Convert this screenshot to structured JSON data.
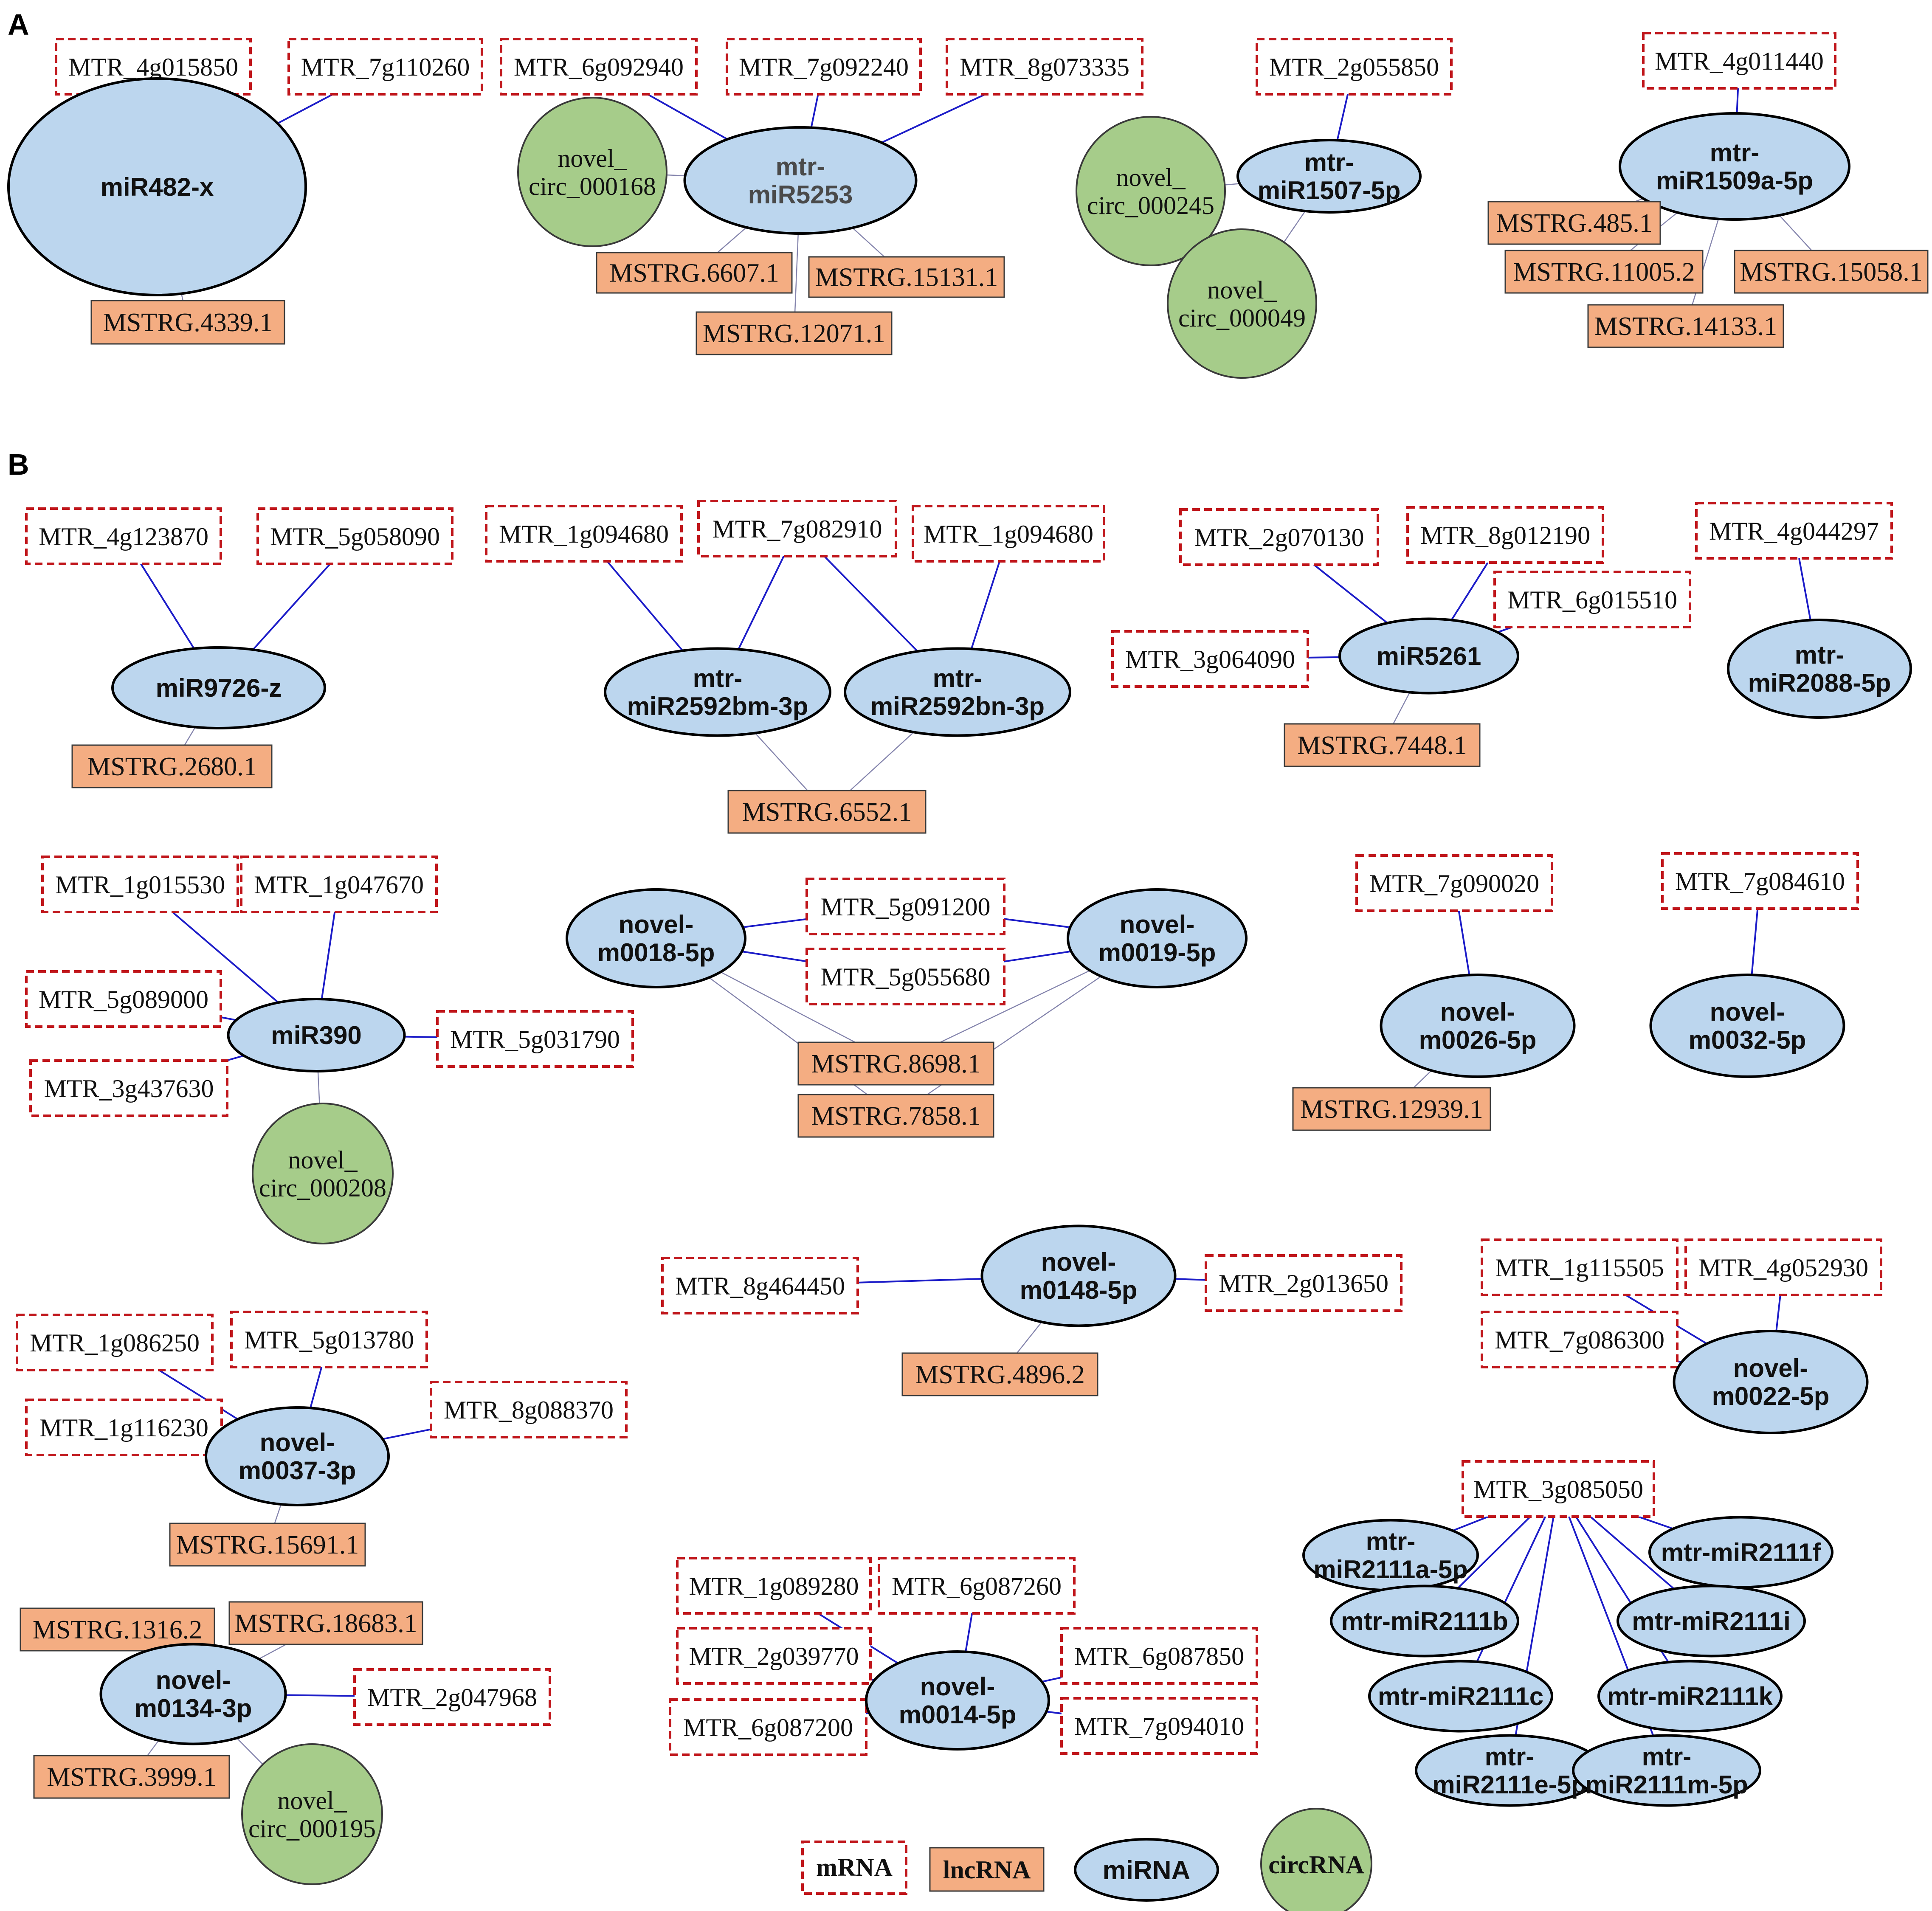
{
  "panels": {
    "a": "A",
    "b": "B"
  },
  "legend": {
    "mrna": "mRNA",
    "lncrna": "lncRNA",
    "mirna": "miRNA",
    "circrna": "circRNA"
  },
  "colors": {
    "mrna_border": "#c0161b",
    "lncrna_fill": "#f4ad82",
    "mirna_fill": "#bcd6ee",
    "circ_fill": "#a6cc8a",
    "mirna_edge": "#1c1cc8",
    "lnc_edge": "#8585ad"
  },
  "nodes": [
    {
      "id": "m_4g015850",
      "type": "mrna",
      "lines": [
        "MTR_4g015850"
      ]
    },
    {
      "id": "m_7g110260",
      "type": "mrna",
      "lines": [
        "MTR_7g110260"
      ]
    },
    {
      "id": "mir_482x",
      "type": "mirna",
      "lines": [
        "miR482-x"
      ]
    },
    {
      "id": "l_4339",
      "type": "lncrna",
      "lines": [
        "MSTRG.4339.1"
      ]
    },
    {
      "id": "m_6g092940",
      "type": "mrna",
      "lines": [
        "MTR_6g092940"
      ]
    },
    {
      "id": "m_7g092240",
      "type": "mrna",
      "lines": [
        "MTR_7g092240"
      ]
    },
    {
      "id": "m_8g073335",
      "type": "mrna",
      "lines": [
        "MTR_8g073335"
      ]
    },
    {
      "id": "c_168",
      "type": "circrna",
      "lines": [
        "novel_",
        "circ_000168"
      ]
    },
    {
      "id": "mir_5253",
      "type": "mirna",
      "lines": [
        "mtr-",
        "miR5253"
      ]
    },
    {
      "id": "l_6607",
      "type": "lncrna",
      "lines": [
        "MSTRG.6607.1"
      ]
    },
    {
      "id": "l_15131",
      "type": "lncrna",
      "lines": [
        "MSTRG.15131.1"
      ]
    },
    {
      "id": "l_12071",
      "type": "lncrna",
      "lines": [
        "MSTRG.12071.1"
      ]
    },
    {
      "id": "m_2g055850",
      "type": "mrna",
      "lines": [
        "MTR_2g055850"
      ]
    },
    {
      "id": "c_245",
      "type": "circrna",
      "lines": [
        "novel_",
        "circ_000245"
      ]
    },
    {
      "id": "mir_1507",
      "type": "mirna",
      "lines": [
        "mtr-",
        "miR1507-5p"
      ]
    },
    {
      "id": "c_049",
      "type": "circrna",
      "lines": [
        "novel_",
        "circ_000049"
      ]
    },
    {
      "id": "m_4g011440",
      "type": "mrna",
      "lines": [
        "MTR_4g011440"
      ]
    },
    {
      "id": "mir_1509",
      "type": "mirna",
      "lines": [
        "mtr-",
        "miR1509a-5p"
      ]
    },
    {
      "id": "l_485",
      "type": "lncrna",
      "lines": [
        "MSTRG.485.1"
      ]
    },
    {
      "id": "l_11005",
      "type": "lncrna",
      "lines": [
        "MSTRG.11005.2"
      ]
    },
    {
      "id": "l_15058",
      "type": "lncrna",
      "lines": [
        "MSTRG.15058.1"
      ]
    },
    {
      "id": "l_14133",
      "type": "lncrna",
      "lines": [
        "MSTRG.14133.1"
      ]
    },
    {
      "id": "m_4g123870",
      "type": "mrna",
      "lines": [
        "MTR_4g123870"
      ]
    },
    {
      "id": "m_5g058090",
      "type": "mrna",
      "lines": [
        "MTR_5g058090"
      ]
    },
    {
      "id": "mir_9726",
      "type": "mirna",
      "lines": [
        "miR9726-z"
      ]
    },
    {
      "id": "l_2680",
      "type": "lncrna",
      "lines": [
        "MSTRG.2680.1"
      ]
    },
    {
      "id": "m_1g094680a",
      "type": "mrna",
      "lines": [
        "MTR_1g094680"
      ]
    },
    {
      "id": "m_7g082910",
      "type": "mrna",
      "lines": [
        "MTR_7g082910"
      ]
    },
    {
      "id": "m_1g094680b",
      "type": "mrna",
      "lines": [
        "MTR_1g094680"
      ]
    },
    {
      "id": "mir_2592bm",
      "type": "mirna",
      "lines": [
        "mtr-",
        "miR2592bm-3p"
      ]
    },
    {
      "id": "mir_2592bn",
      "type": "mirna",
      "lines": [
        "mtr-",
        "miR2592bn-3p"
      ]
    },
    {
      "id": "l_6552",
      "type": "lncrna",
      "lines": [
        "MSTRG.6552.1"
      ]
    },
    {
      "id": "m_2g070130",
      "type": "mrna",
      "lines": [
        "MTR_2g070130"
      ]
    },
    {
      "id": "m_8g012190",
      "type": "mrna",
      "lines": [
        "MTR_8g012190"
      ]
    },
    {
      "id": "m_6g015510",
      "type": "mrna",
      "lines": [
        "MTR_6g015510"
      ]
    },
    {
      "id": "m_3g064090",
      "type": "mrna",
      "lines": [
        "MTR_3g064090"
      ]
    },
    {
      "id": "mir_5261",
      "type": "mirna",
      "lines": [
        "miR5261"
      ]
    },
    {
      "id": "l_7448",
      "type": "lncrna",
      "lines": [
        "MSTRG.7448.1"
      ]
    },
    {
      "id": "m_4g044297",
      "type": "mrna",
      "lines": [
        "MTR_4g044297"
      ]
    },
    {
      "id": "mir_2088",
      "type": "mirna",
      "lines": [
        "mtr-",
        "miR2088-5p"
      ]
    },
    {
      "id": "m_1g015530",
      "type": "mrna",
      "lines": [
        "MTR_1g015530"
      ]
    },
    {
      "id": "m_1g047670",
      "type": "mrna",
      "lines": [
        "MTR_1g047670"
      ]
    },
    {
      "id": "m_5g089000",
      "type": "mrna",
      "lines": [
        "MTR_5g089000"
      ]
    },
    {
      "id": "mir_390",
      "type": "mirna",
      "lines": [
        "miR390"
      ]
    },
    {
      "id": "m_5g031790",
      "type": "mrna",
      "lines": [
        "MTR_5g031790"
      ]
    },
    {
      "id": "m_3g437630",
      "type": "mrna",
      "lines": [
        "MTR_3g437630"
      ]
    },
    {
      "id": "c_208",
      "type": "circrna",
      "lines": [
        "novel_",
        "circ_000208"
      ]
    },
    {
      "id": "mir_m0018",
      "type": "mirna",
      "lines": [
        "novel-",
        "m0018-5p"
      ]
    },
    {
      "id": "m_5g091200",
      "type": "mrna",
      "lines": [
        "MTR_5g091200"
      ]
    },
    {
      "id": "m_5g055680",
      "type": "mrna",
      "lines": [
        "MTR_5g055680"
      ]
    },
    {
      "id": "mir_m0019",
      "type": "mirna",
      "lines": [
        "novel-",
        "m0019-5p"
      ]
    },
    {
      "id": "l_8698",
      "type": "lncrna",
      "lines": [
        "MSTRG.8698.1"
      ]
    },
    {
      "id": "l_7858",
      "type": "lncrna",
      "lines": [
        "MSTRG.7858.1"
      ]
    },
    {
      "id": "m_7g090020",
      "type": "mrna",
      "lines": [
        "MTR_7g090020"
      ]
    },
    {
      "id": "mir_m0026",
      "type": "mirna",
      "lines": [
        "novel-",
        "m0026-5p"
      ]
    },
    {
      "id": "l_12939",
      "type": "lncrna",
      "lines": [
        "MSTRG.12939.1"
      ]
    },
    {
      "id": "m_7g084610",
      "type": "mrna",
      "lines": [
        "MTR_7g084610"
      ]
    },
    {
      "id": "mir_m0032",
      "type": "mirna",
      "lines": [
        "novel-",
        "m0032-5p"
      ]
    },
    {
      "id": "m_8g464450",
      "type": "mrna",
      "lines": [
        "MTR_8g464450"
      ]
    },
    {
      "id": "mir_m0148",
      "type": "mirna",
      "lines": [
        "novel-",
        "m0148-5p"
      ]
    },
    {
      "id": "m_2g013650",
      "type": "mrna",
      "lines": [
        "MTR_2g013650"
      ]
    },
    {
      "id": "l_4896",
      "type": "lncrna",
      "lines": [
        "MSTRG.4896.2"
      ]
    },
    {
      "id": "m_1g115505",
      "type": "mrna",
      "lines": [
        "MTR_1g115505"
      ]
    },
    {
      "id": "m_4g052930",
      "type": "mrna",
      "lines": [
        "MTR_4g052930"
      ]
    },
    {
      "id": "m_7g086300",
      "type": "mrna",
      "lines": [
        "MTR_7g086300"
      ]
    },
    {
      "id": "mir_m0022",
      "type": "mirna",
      "lines": [
        "novel-",
        "m0022-5p"
      ]
    },
    {
      "id": "m_1g086250",
      "type": "mrna",
      "lines": [
        "MTR_1g086250"
      ]
    },
    {
      "id": "m_5g013780",
      "type": "mrna",
      "lines": [
        "MTR_5g013780"
      ]
    },
    {
      "id": "m_1g116230",
      "type": "mrna",
      "lines": [
        "MTR_1g116230"
      ]
    },
    {
      "id": "m_8g088370",
      "type": "mrna",
      "lines": [
        "MTR_8g088370"
      ]
    },
    {
      "id": "mir_m0037",
      "type": "mirna",
      "lines": [
        "novel-",
        "m0037-3p"
      ]
    },
    {
      "id": "l_15691",
      "type": "lncrna",
      "lines": [
        "MSTRG.15691.1"
      ]
    },
    {
      "id": "l_1316",
      "type": "lncrna",
      "lines": [
        "MSTRG.1316.2"
      ]
    },
    {
      "id": "l_18683",
      "type": "lncrna",
      "lines": [
        "MSTRG.18683.1"
      ]
    },
    {
      "id": "mir_m0134",
      "type": "mirna",
      "lines": [
        "novel-",
        "m0134-3p"
      ]
    },
    {
      "id": "m_2g047968",
      "type": "mrna",
      "lines": [
        "MTR_2g047968"
      ]
    },
    {
      "id": "l_3999",
      "type": "lncrna",
      "lines": [
        "MSTRG.3999.1"
      ]
    },
    {
      "id": "c_195",
      "type": "circrna",
      "lines": [
        "novel_",
        "circ_000195"
      ]
    },
    {
      "id": "m_1g089280",
      "type": "mrna",
      "lines": [
        "MTR_1g089280"
      ]
    },
    {
      "id": "m_6g087260",
      "type": "mrna",
      "lines": [
        "MTR_6g087260"
      ]
    },
    {
      "id": "m_2g039770",
      "type": "mrna",
      "lines": [
        "MTR_2g039770"
      ]
    },
    {
      "id": "m_6g087850",
      "type": "mrna",
      "lines": [
        "MTR_6g087850"
      ]
    },
    {
      "id": "m_6g087200",
      "type": "mrna",
      "lines": [
        "MTR_6g087200"
      ]
    },
    {
      "id": "mir_m0014",
      "type": "mirna",
      "lines": [
        "novel-",
        "m0014-5p"
      ]
    },
    {
      "id": "m_7g094010",
      "type": "mrna",
      "lines": [
        "MTR_7g094010"
      ]
    },
    {
      "id": "m_3g085050",
      "type": "mrna",
      "lines": [
        "MTR_3g085050"
      ]
    },
    {
      "id": "mir_2111a",
      "type": "mirna",
      "lines": [
        "mtr-",
        "miR2111a-5p"
      ]
    },
    {
      "id": "mir_2111f",
      "type": "mirna",
      "lines": [
        "mtr-miR2111f"
      ]
    },
    {
      "id": "mir_2111b",
      "type": "mirna",
      "lines": [
        "mtr-miR2111b"
      ]
    },
    {
      "id": "mir_2111i",
      "type": "mirna",
      "lines": [
        "mtr-miR2111i"
      ]
    },
    {
      "id": "mir_2111c",
      "type": "mirna",
      "lines": [
        "mtr-miR2111c"
      ]
    },
    {
      "id": "mir_2111k",
      "type": "mirna",
      "lines": [
        "mtr-miR2111k"
      ]
    },
    {
      "id": "mir_2111e",
      "type": "mirna",
      "lines": [
        "mtr-",
        "miR2111e-5p"
      ]
    },
    {
      "id": "mir_2111m",
      "type": "mirna",
      "lines": [
        "mtr-",
        "miR2111m-5p"
      ]
    }
  ],
  "edges": [
    [
      "mir_482x",
      "m_4g015850"
    ],
    [
      "mir_482x",
      "m_7g110260"
    ],
    [
      "mir_482x",
      "l_4339"
    ],
    [
      "mir_5253",
      "m_6g092940"
    ],
    [
      "mir_5253",
      "m_7g092240"
    ],
    [
      "mir_5253",
      "m_8g073335"
    ],
    [
      "mir_5253",
      "c_168"
    ],
    [
      "mir_5253",
      "l_6607"
    ],
    [
      "mir_5253",
      "l_15131"
    ],
    [
      "mir_5253",
      "l_12071"
    ],
    [
      "mir_1507",
      "m_2g055850"
    ],
    [
      "mir_1507",
      "c_245"
    ],
    [
      "mir_1507",
      "c_049"
    ],
    [
      "mir_1509",
      "m_4g011440"
    ],
    [
      "mir_1509",
      "l_485"
    ],
    [
      "mir_1509",
      "l_11005"
    ],
    [
      "mir_1509",
      "l_15058"
    ],
    [
      "mir_1509",
      "l_14133"
    ],
    [
      "mir_9726",
      "m_4g123870"
    ],
    [
      "mir_9726",
      "m_5g058090"
    ],
    [
      "mir_9726",
      "l_2680"
    ],
    [
      "mir_2592bm",
      "m_1g094680a"
    ],
    [
      "mir_2592bm",
      "m_7g082910"
    ],
    [
      "mir_2592bn",
      "m_7g082910"
    ],
    [
      "mir_2592bn",
      "m_1g094680b"
    ],
    [
      "mir_2592bm",
      "l_6552"
    ],
    [
      "mir_2592bn",
      "l_6552"
    ],
    [
      "mir_5261",
      "m_2g070130"
    ],
    [
      "mir_5261",
      "m_8g012190"
    ],
    [
      "mir_5261",
      "m_6g015510"
    ],
    [
      "mir_5261",
      "m_3g064090"
    ],
    [
      "mir_5261",
      "l_7448"
    ],
    [
      "mir_2088",
      "m_4g044297"
    ],
    [
      "mir_390",
      "m_1g015530"
    ],
    [
      "mir_390",
      "m_1g047670"
    ],
    [
      "mir_390",
      "m_5g089000"
    ],
    [
      "mir_390",
      "m_5g031790"
    ],
    [
      "mir_390",
      "m_3g437630"
    ],
    [
      "mir_390",
      "c_208"
    ],
    [
      "mir_m0018",
      "m_5g091200"
    ],
    [
      "mir_m0018",
      "m_5g055680"
    ],
    [
      "mir_m0019",
      "m_5g091200"
    ],
    [
      "mir_m0019",
      "m_5g055680"
    ],
    [
      "mir_m0018",
      "l_8698"
    ],
    [
      "mir_m0018",
      "l_7858"
    ],
    [
      "mir_m0019",
      "l_8698"
    ],
    [
      "mir_m0019",
      "l_7858"
    ],
    [
      "mir_m0026",
      "m_7g090020"
    ],
    [
      "mir_m0026",
      "l_12939"
    ],
    [
      "mir_m0032",
      "m_7g084610"
    ],
    [
      "mir_m0148",
      "m_8g464450"
    ],
    [
      "mir_m0148",
      "m_2g013650"
    ],
    [
      "mir_m0148",
      "l_4896"
    ],
    [
      "mir_m0022",
      "m_1g115505"
    ],
    [
      "mir_m0022",
      "m_4g052930"
    ],
    [
      "mir_m0022",
      "m_7g086300"
    ],
    [
      "mir_m0037",
      "m_1g086250"
    ],
    [
      "mir_m0037",
      "m_5g013780"
    ],
    [
      "mir_m0037",
      "m_1g116230"
    ],
    [
      "mir_m0037",
      "m_8g088370"
    ],
    [
      "mir_m0037",
      "l_15691"
    ],
    [
      "mir_m0134",
      "l_1316"
    ],
    [
      "mir_m0134",
      "l_18683"
    ],
    [
      "mir_m0134",
      "m_2g047968"
    ],
    [
      "mir_m0134",
      "l_3999"
    ],
    [
      "mir_m0134",
      "c_195"
    ],
    [
      "mir_m0014",
      "m_1g089280"
    ],
    [
      "mir_m0014",
      "m_6g087260"
    ],
    [
      "mir_m0014",
      "m_2g039770"
    ],
    [
      "mir_m0014",
      "m_6g087850"
    ],
    [
      "mir_m0014",
      "m_6g087200"
    ],
    [
      "mir_m0014",
      "m_7g094010"
    ],
    [
      "mir_2111a",
      "m_3g085050"
    ],
    [
      "mir_2111b",
      "m_3g085050"
    ],
    [
      "mir_2111c",
      "m_3g085050"
    ],
    [
      "mir_2111e",
      "m_3g085050"
    ],
    [
      "mir_2111f",
      "m_3g085050"
    ],
    [
      "mir_2111i",
      "m_3g085050"
    ],
    [
      "mir_2111k",
      "m_3g085050"
    ],
    [
      "mir_2111m",
      "m_3g085050"
    ]
  ]
}
